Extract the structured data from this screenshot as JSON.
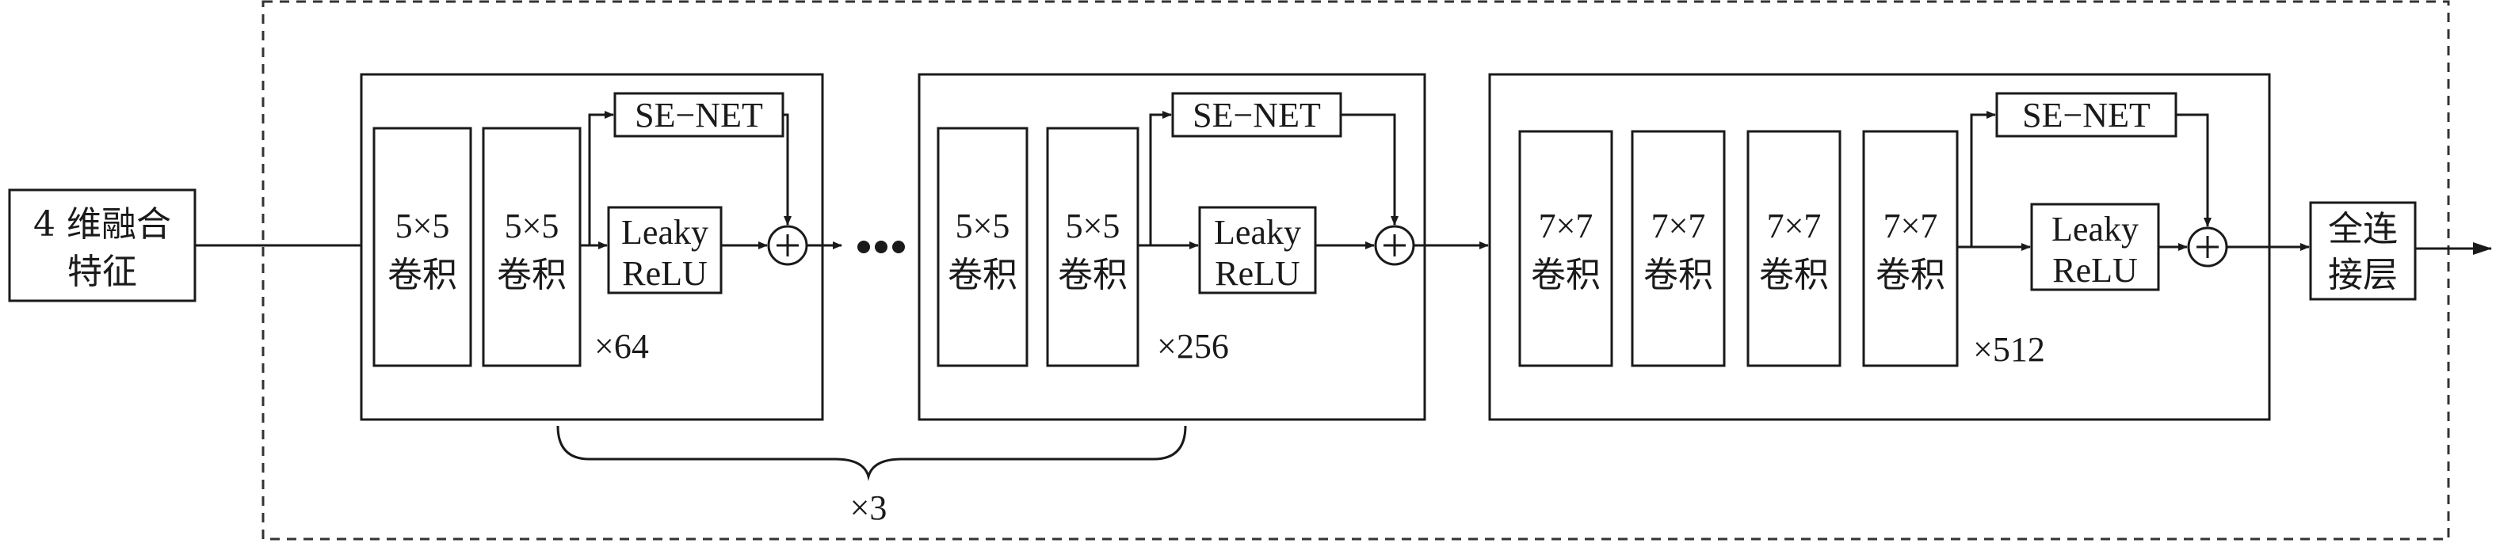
{
  "input": {
    "line1": "4 维融合",
    "line2": "特征"
  },
  "block1": {
    "conv_a": {
      "line1": "5×5",
      "line2": "卷积"
    },
    "conv_b": {
      "line1": "5×5",
      "line2": "卷积"
    },
    "se": "SE−NET",
    "relu": {
      "line1": "Leaky",
      "line2": "ReLU"
    },
    "multiplier": "×64"
  },
  "block2": {
    "conv_a": {
      "line1": "5×5",
      "line2": "卷积"
    },
    "conv_b": {
      "line1": "5×5",
      "line2": "卷积"
    },
    "se": "SE−NET",
    "relu": {
      "line1": "Leaky",
      "line2": "ReLU"
    },
    "multiplier": "×256"
  },
  "block3": {
    "conv_a": {
      "line1": "7×7",
      "line2": "卷积"
    },
    "conv_b": {
      "line1": "7×7",
      "line2": "卷积"
    },
    "conv_c": {
      "line1": "7×7",
      "line2": "卷积"
    },
    "conv_d": {
      "line1": "7×7",
      "line2": "卷积"
    },
    "se": "SE−NET",
    "relu": {
      "line1": "Leaky",
      "line2": "ReLU"
    },
    "multiplier": "×512"
  },
  "repeat_label": "×3",
  "output": {
    "line1": "全连",
    "line2": "接层"
  }
}
